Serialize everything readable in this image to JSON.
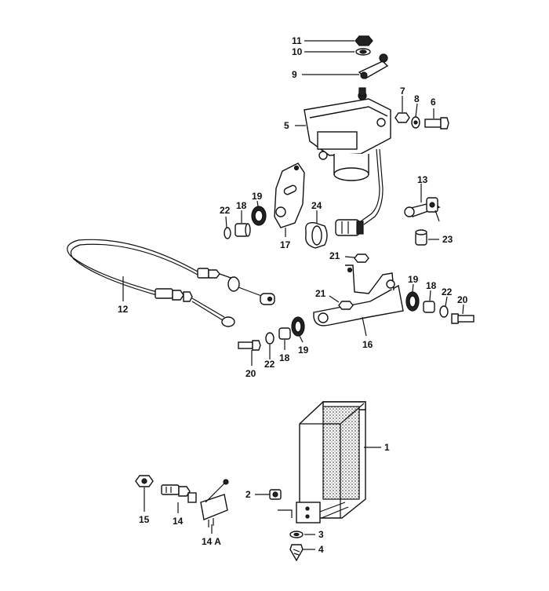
{
  "labels": {
    "p1": "1",
    "p2": "2",
    "p3": "3",
    "p4": "4",
    "p5": "5",
    "p6": "6",
    "p7": "7",
    "p8": "8",
    "p9": "9",
    "p10": "10",
    "p11": "11",
    "p12": "12",
    "p13": "13",
    "p14": "14",
    "p14a": "14 A",
    "p15": "15",
    "p16": "16",
    "p17": "17",
    "p18a": "18",
    "p18b": "18",
    "p18c": "18",
    "p19a": "19",
    "p19b": "19",
    "p19c": "19",
    "p20a": "20",
    "p20b": "20",
    "p21a": "21",
    "p21b": "21",
    "p22a": "22",
    "p22b": "22",
    "p22c": "22",
    "p23": "23",
    "p24": "24"
  },
  "colors": {
    "ink": "#111111",
    "paper": "#ffffff"
  }
}
